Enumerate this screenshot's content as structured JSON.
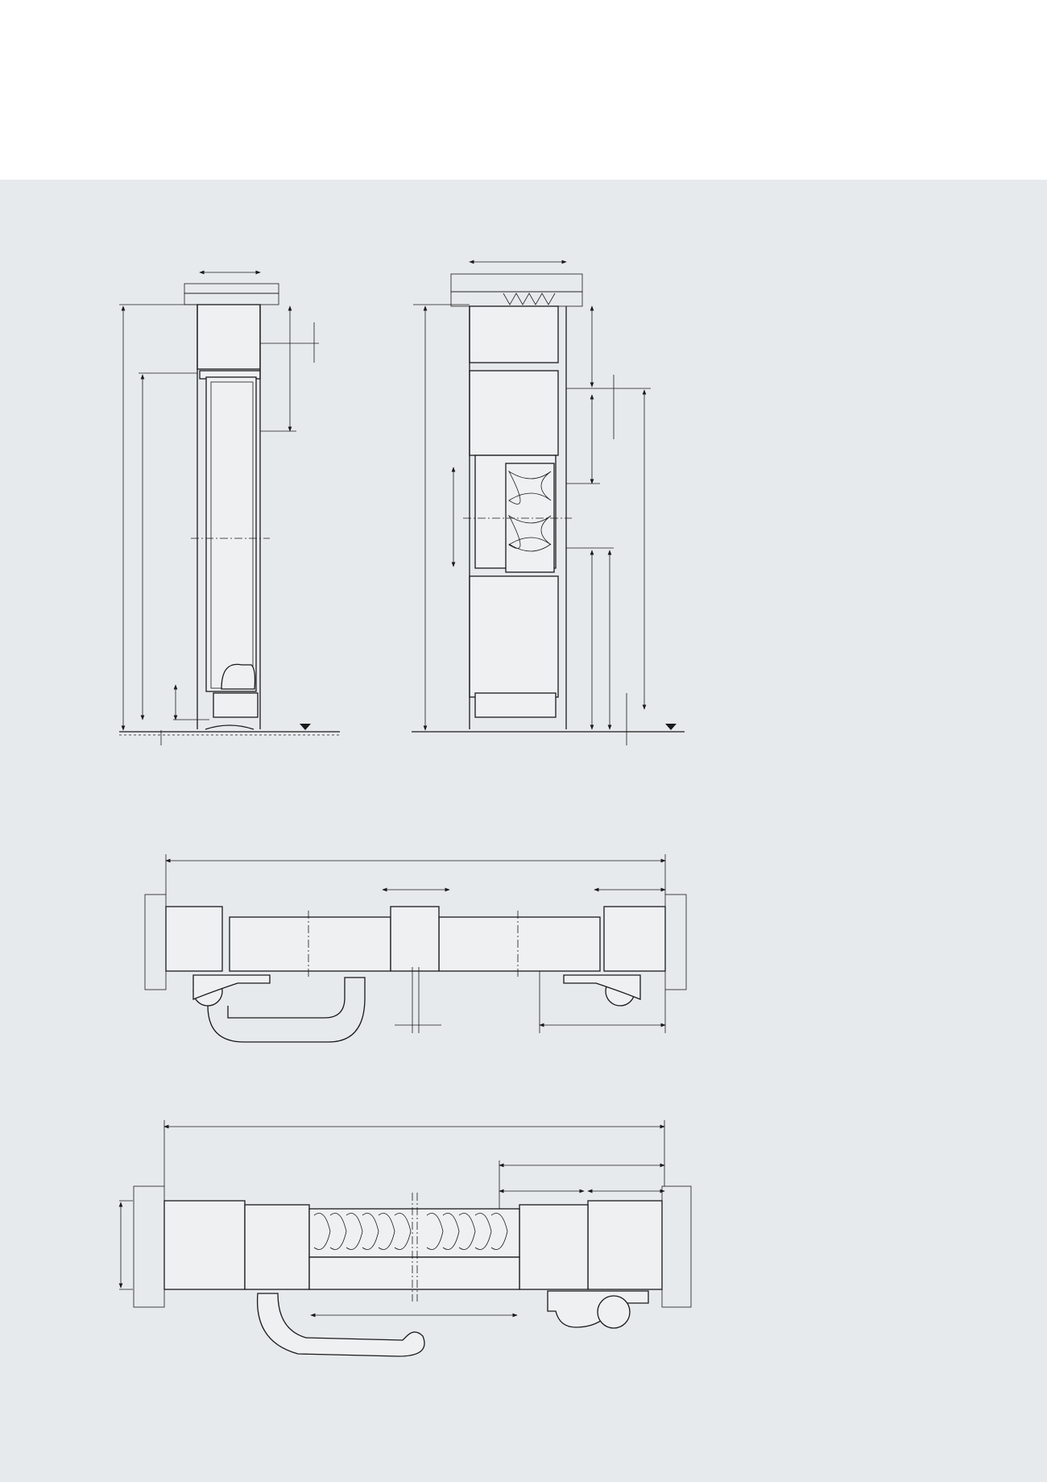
{
  "colors": {
    "background_top": "#ffffff",
    "panel": "#e7eaed",
    "line": "#1a1a1a"
  },
  "drawings": [
    {
      "id": "vertical-section-single"
    },
    {
      "id": "vertical-section-panel"
    },
    {
      "id": "horizontal-section-double"
    },
    {
      "id": "horizontal-section-panel"
    }
  ]
}
